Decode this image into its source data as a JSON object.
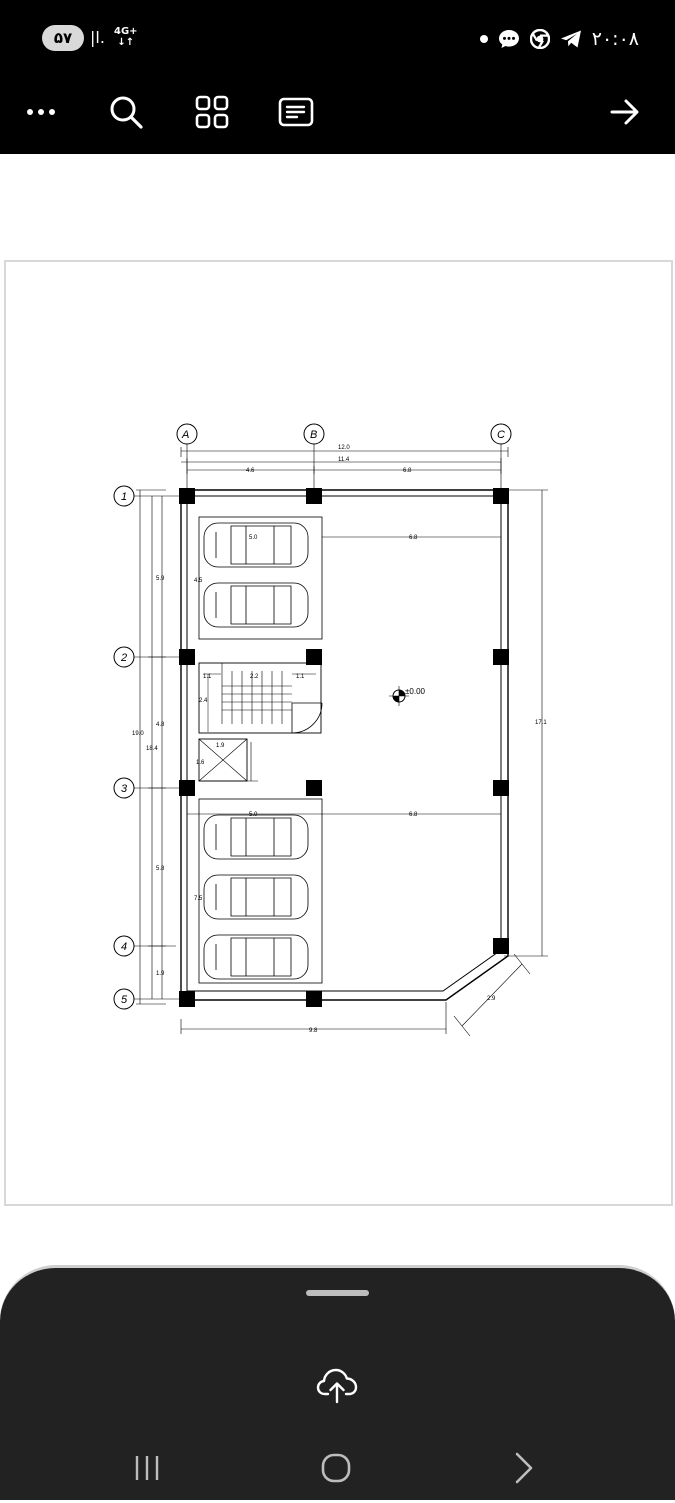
{
  "status_bar": {
    "battery": "۵۷",
    "signal": "|l.",
    "network": "4G+",
    "network_arrows": "↓↑",
    "time": "۲۰:۰۸"
  },
  "toolbar": {
    "more_icon": "more-horizontal-icon",
    "search_icon": "search-icon",
    "grid_icon": "grid-view-icon",
    "text_icon": "text-view-icon",
    "next_icon": "arrow-right-icon"
  },
  "drawing": {
    "axis_columns": [
      "A",
      "B",
      "C"
    ],
    "axis_rows": [
      "1",
      "2",
      "3",
      "4",
      "5"
    ],
    "dim_top_total": "12.0",
    "dim_top_inner": "11.4",
    "dim_top_left": "4.6",
    "dim_top_right": "6.8",
    "dim_left_total_outer": "19.0",
    "dim_left_total_inner": "18.4",
    "dim_left_seg1": "5.9",
    "dim_left_seg2": "4.8",
    "dim_left_seg3": "5.8",
    "dim_left_seg4": "1.9",
    "dim_right_total": "17.1",
    "dim_bottom": "9.8",
    "dim_chamfer": "2.9",
    "parking_top_width": "5.0",
    "parking_top_right": "6.8",
    "parking_top_height": "4.5",
    "stair_left": "1.1",
    "stair_mid": "2.2",
    "stair_right": "1.1",
    "stair_height": "2.4",
    "elevator_width": "1.9",
    "elevator_height": "1.6",
    "parking_bottom_width": "5.0",
    "parking_bottom_right": "6.8",
    "parking_bottom_height": "7.5",
    "level": "±0.00"
  },
  "bottom_sheet": {
    "upload_icon": "cloud-upload-icon"
  },
  "nav": {
    "recents_icon": "recents-icon",
    "home_icon": "home-icon",
    "back_icon": "back-chevron-icon"
  }
}
